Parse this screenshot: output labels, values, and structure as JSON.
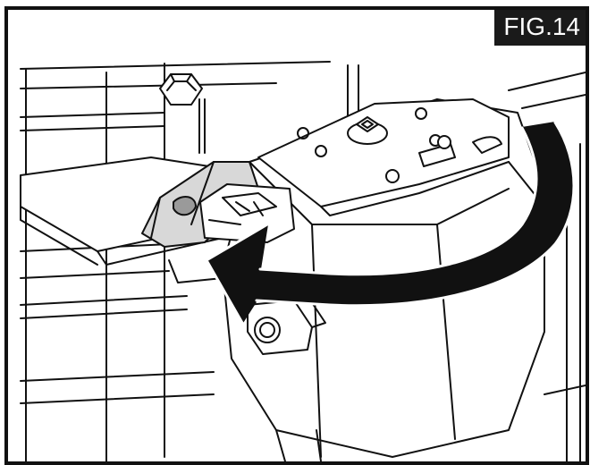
{
  "figure": {
    "label": "FIG.14"
  },
  "colors": {
    "ink": "#111111",
    "paper": "#ffffff",
    "shade": "#d8d8d8",
    "dark_shade": "#9a9a9a",
    "label_bg": "#1a1a1a"
  },
  "icons": {
    "rotation_arrow": "curved-arrow-counterclockwise",
    "nut": "hex-nut",
    "screw": "square-head-screw"
  }
}
